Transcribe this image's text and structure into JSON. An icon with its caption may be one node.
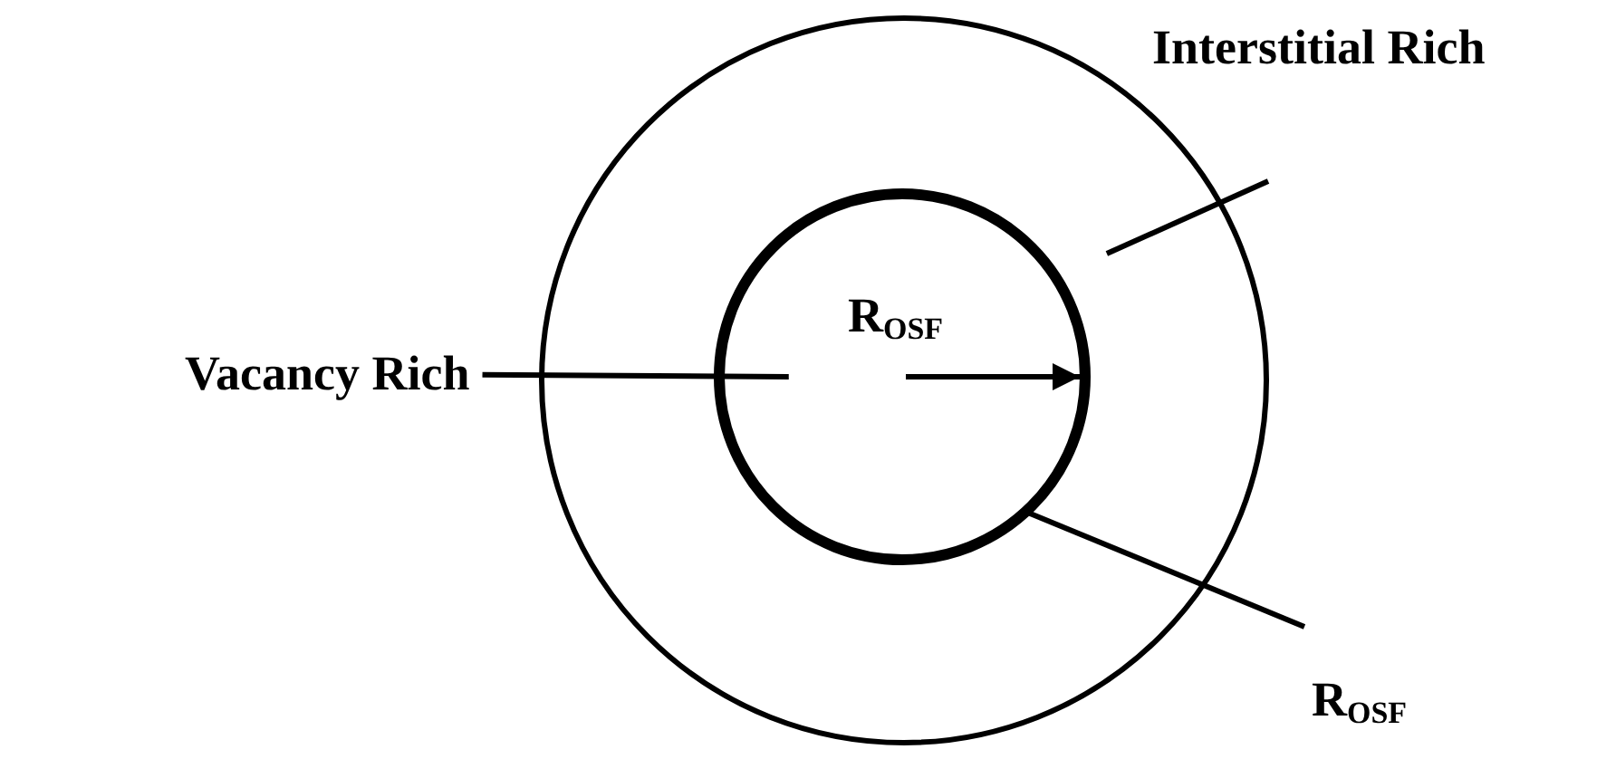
{
  "diagram": {
    "nodes": [
      {
        "text": [],
        "shape": "circle"
      },
      {
        "text": [],
        "shape": "circle",
        "in": 0
      },
      {
        "text": [
          "Vacancy Rich"
        ]
      },
      {
        "text": [
          "Interstitial Rich"
        ]
      },
      {
        "text": [
          "R$_{OSF}$"
        ]
      }
    ],
    "edges": [
      {
        "from": 2,
        "to": 1,
        "arrow": "none"
      },
      {
        "from": 3,
        "to": 0,
        "arrow": "none"
      },
      {
        "from": 4,
        "to": 1,
        "arrow": "none"
      }
    ],
    "labels": [
      "R$_{OSF}$"
    ]
  }
}
